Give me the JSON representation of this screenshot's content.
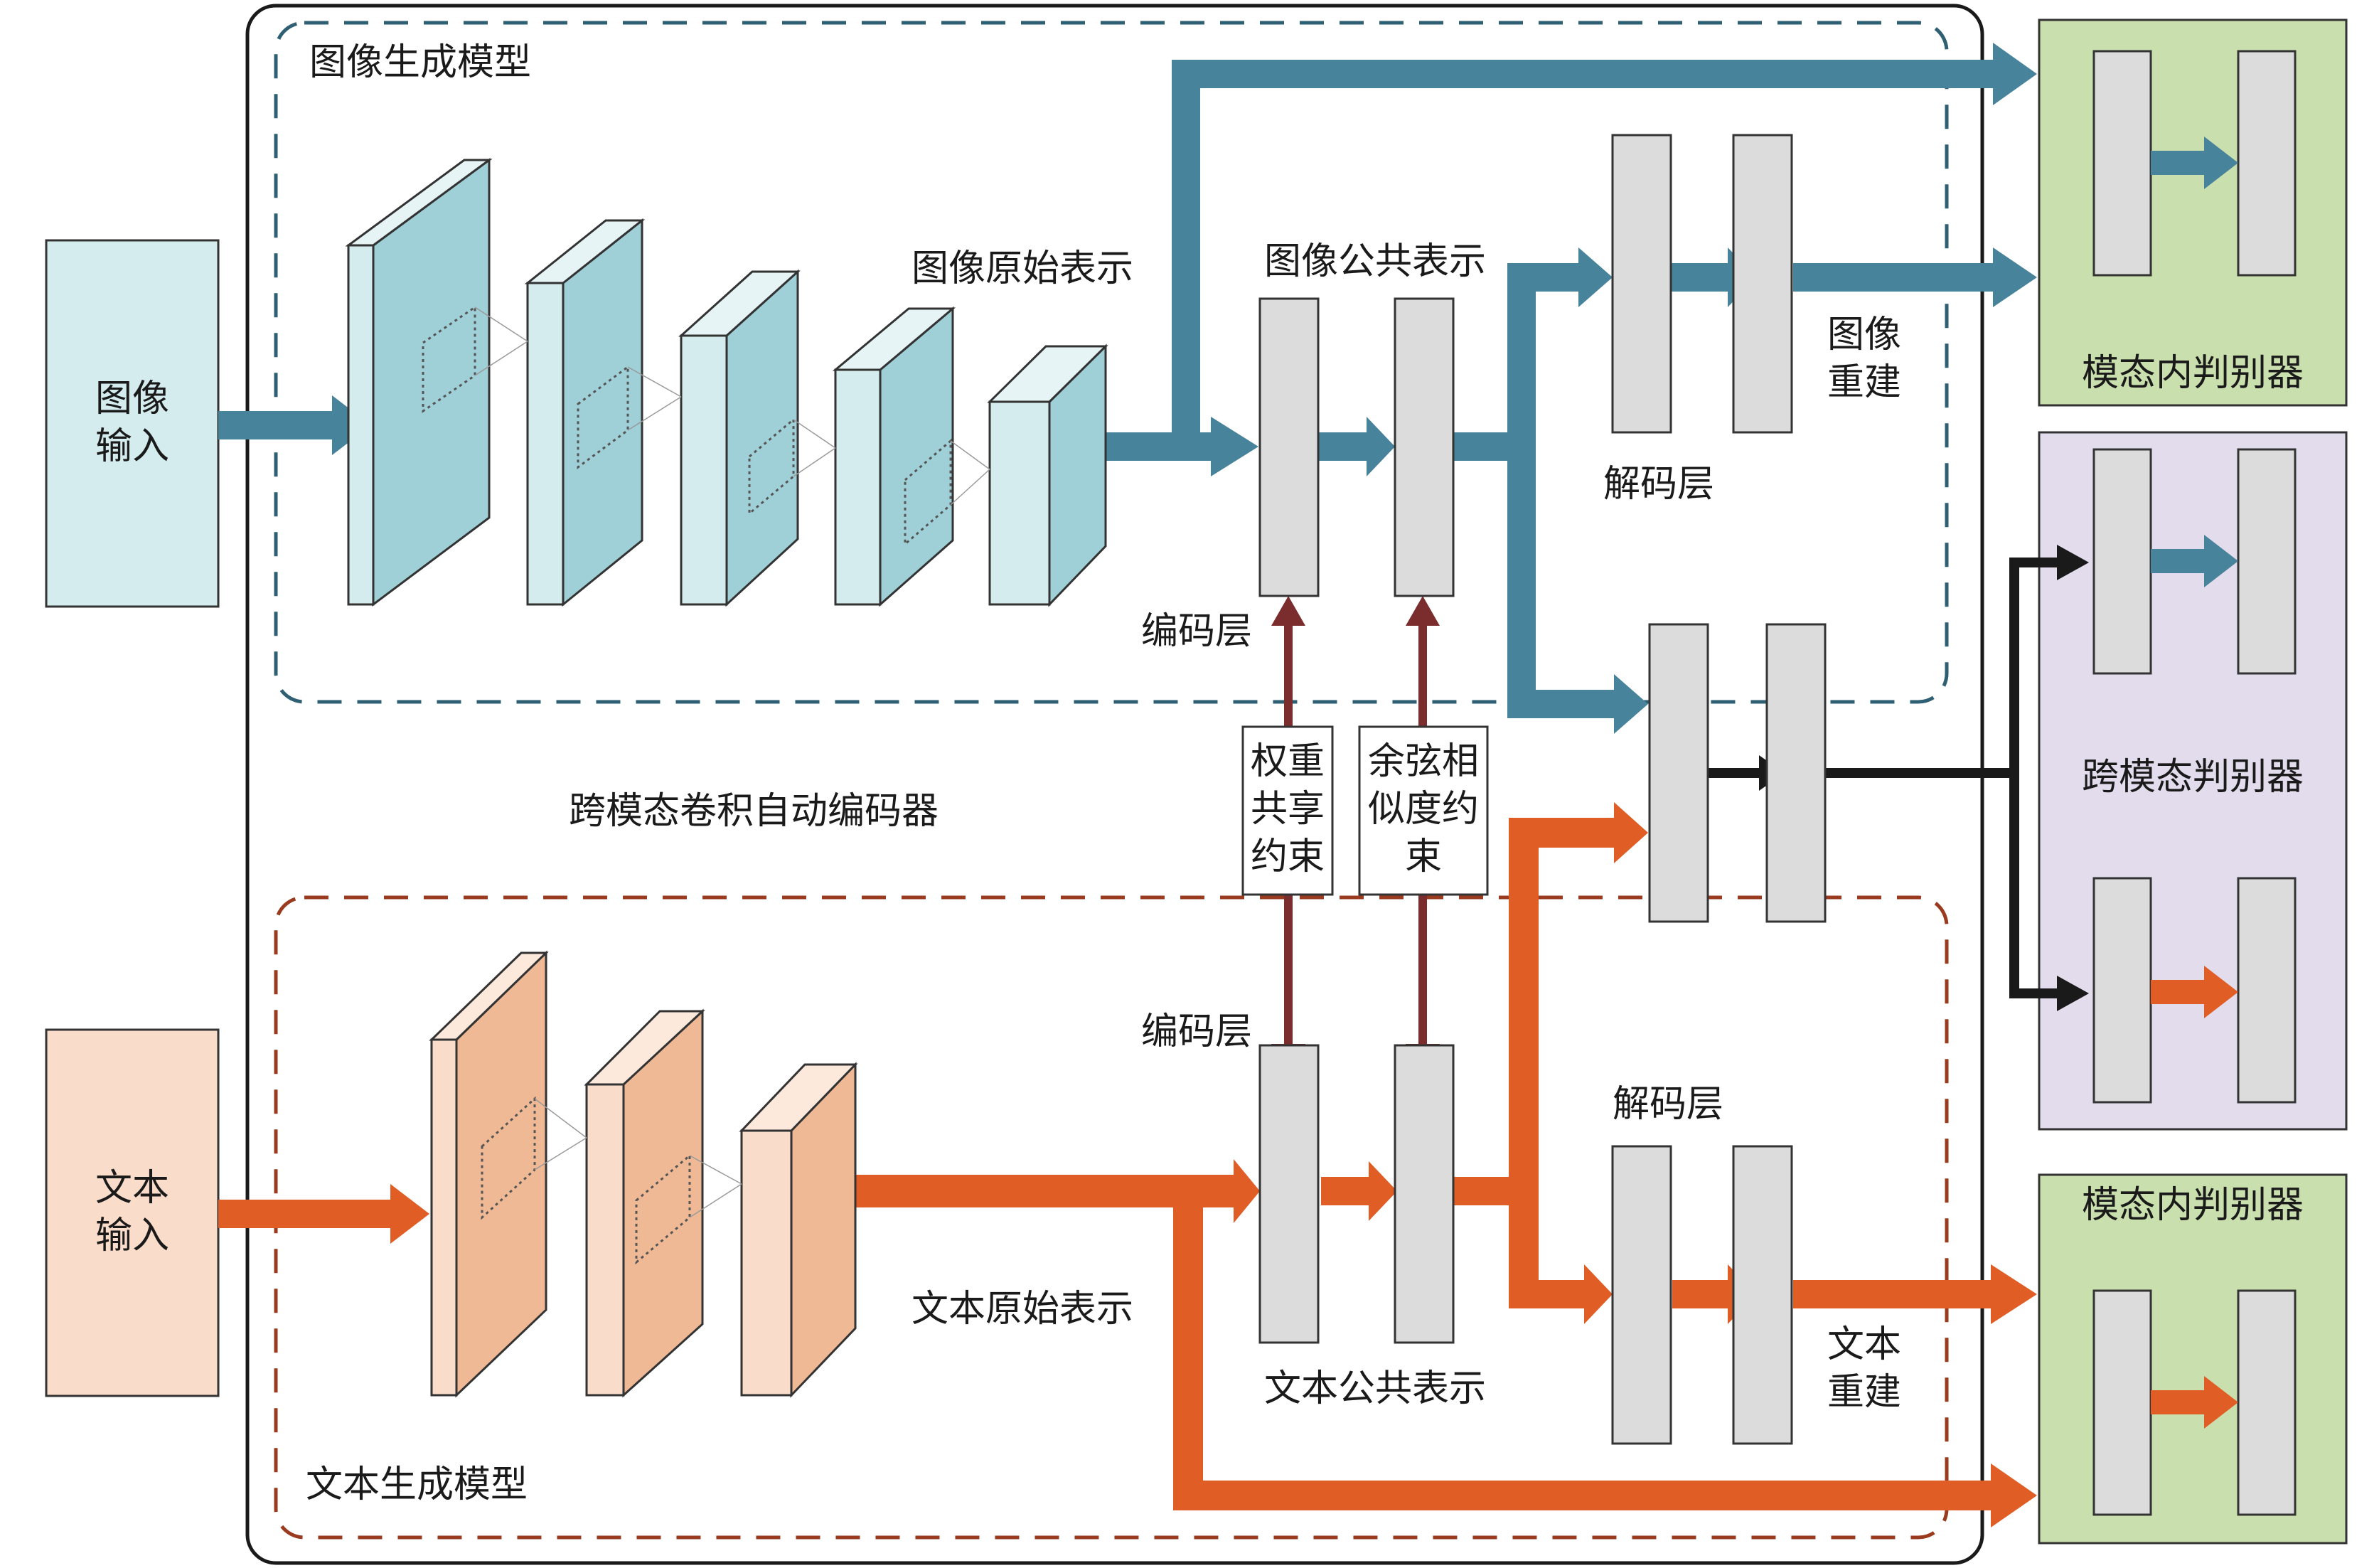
{
  "colors": {
    "image_flow": "#47839b",
    "text_flow": "#e05d25",
    "constraint": "#7b2c2c",
    "discriminator_flow": "#1a1a1a",
    "image_input_fill": "#d4ecee",
    "text_input_fill": "#fadccb",
    "intra_disc_fill": "#c9dfae",
    "cross_disc_fill": "#e2dcec",
    "layer_block_fill": "#dcdcdc",
    "image_group_border": "#2f5f72",
    "text_group_border": "#9a3b1f"
  },
  "labels": {
    "outer_box": "跨模态卷积自动编码器",
    "image_group": "图像生成模型",
    "text_group": "文本生成模型",
    "image_input": [
      "图像",
      "输入"
    ],
    "text_input": [
      "文本",
      "输入"
    ],
    "image_raw": "图像原始表示",
    "text_raw": "文本原始表示",
    "image_common": "图像公共表示",
    "text_common": "文本公共表示",
    "encoder_top": "编码层",
    "encoder_bottom": "编码层",
    "decoder_top": "解码层",
    "decoder_bottom": "解码层",
    "image_recon": [
      "图像",
      "重建"
    ],
    "text_recon": [
      "文本",
      "重建"
    ],
    "weight_share": [
      "权重",
      "共享",
      "约束"
    ],
    "cosine": [
      "余弦相",
      "似度约",
      "束"
    ],
    "intra_disc_top": "模态内判别器",
    "intra_disc_bottom": "模态内判别器",
    "cross_disc": "跨模态判别器"
  }
}
